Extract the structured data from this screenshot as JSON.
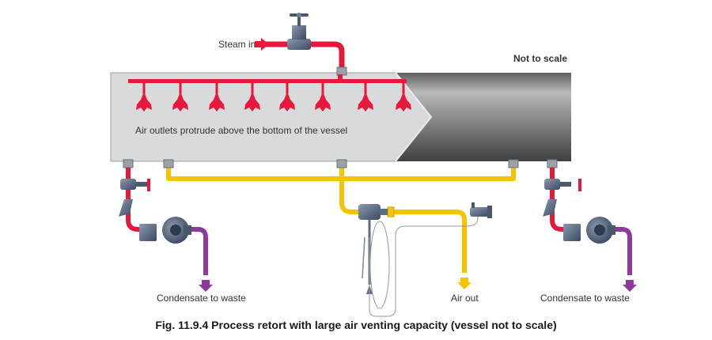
{
  "labels": {
    "steam_in": "Steam in",
    "not_to_scale": "Not to scale",
    "air_outlets": "Air outlets protrude above the bottom of the vessel",
    "condensate_left": "Condensate to waste",
    "air_out": "Air out",
    "condensate_right": "Condensate to waste"
  },
  "caption": "Fig. 11.9.4 Process retort with large air venting capacity (vessel not to scale)",
  "colors": {
    "steam": "#e8173c",
    "air": "#f5c400",
    "condensate": "#8e3a9a",
    "vessel_cut": "#d9dadb",
    "vessel_body": "#8a8b8d",
    "valve": "#5b6b82"
  }
}
